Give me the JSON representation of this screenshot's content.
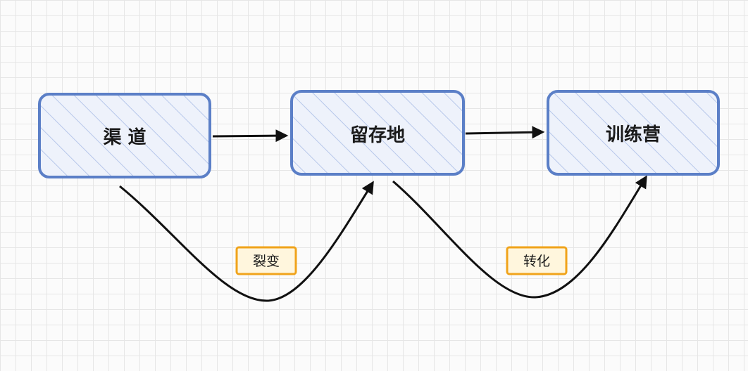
{
  "nodes": {
    "channel": "渠 道",
    "retention": "留存地",
    "camp": "训练营"
  },
  "edge_labels": {
    "fission": "裂变",
    "conversion": "转化"
  },
  "colors": {
    "node_border": "#5b7fc7",
    "node_hatch": "#a9bde6",
    "node_fill": "#eef2fb",
    "arrow": "#111111",
    "tag_border": "#f0a31a",
    "tag_fill": "#fff6dd"
  }
}
